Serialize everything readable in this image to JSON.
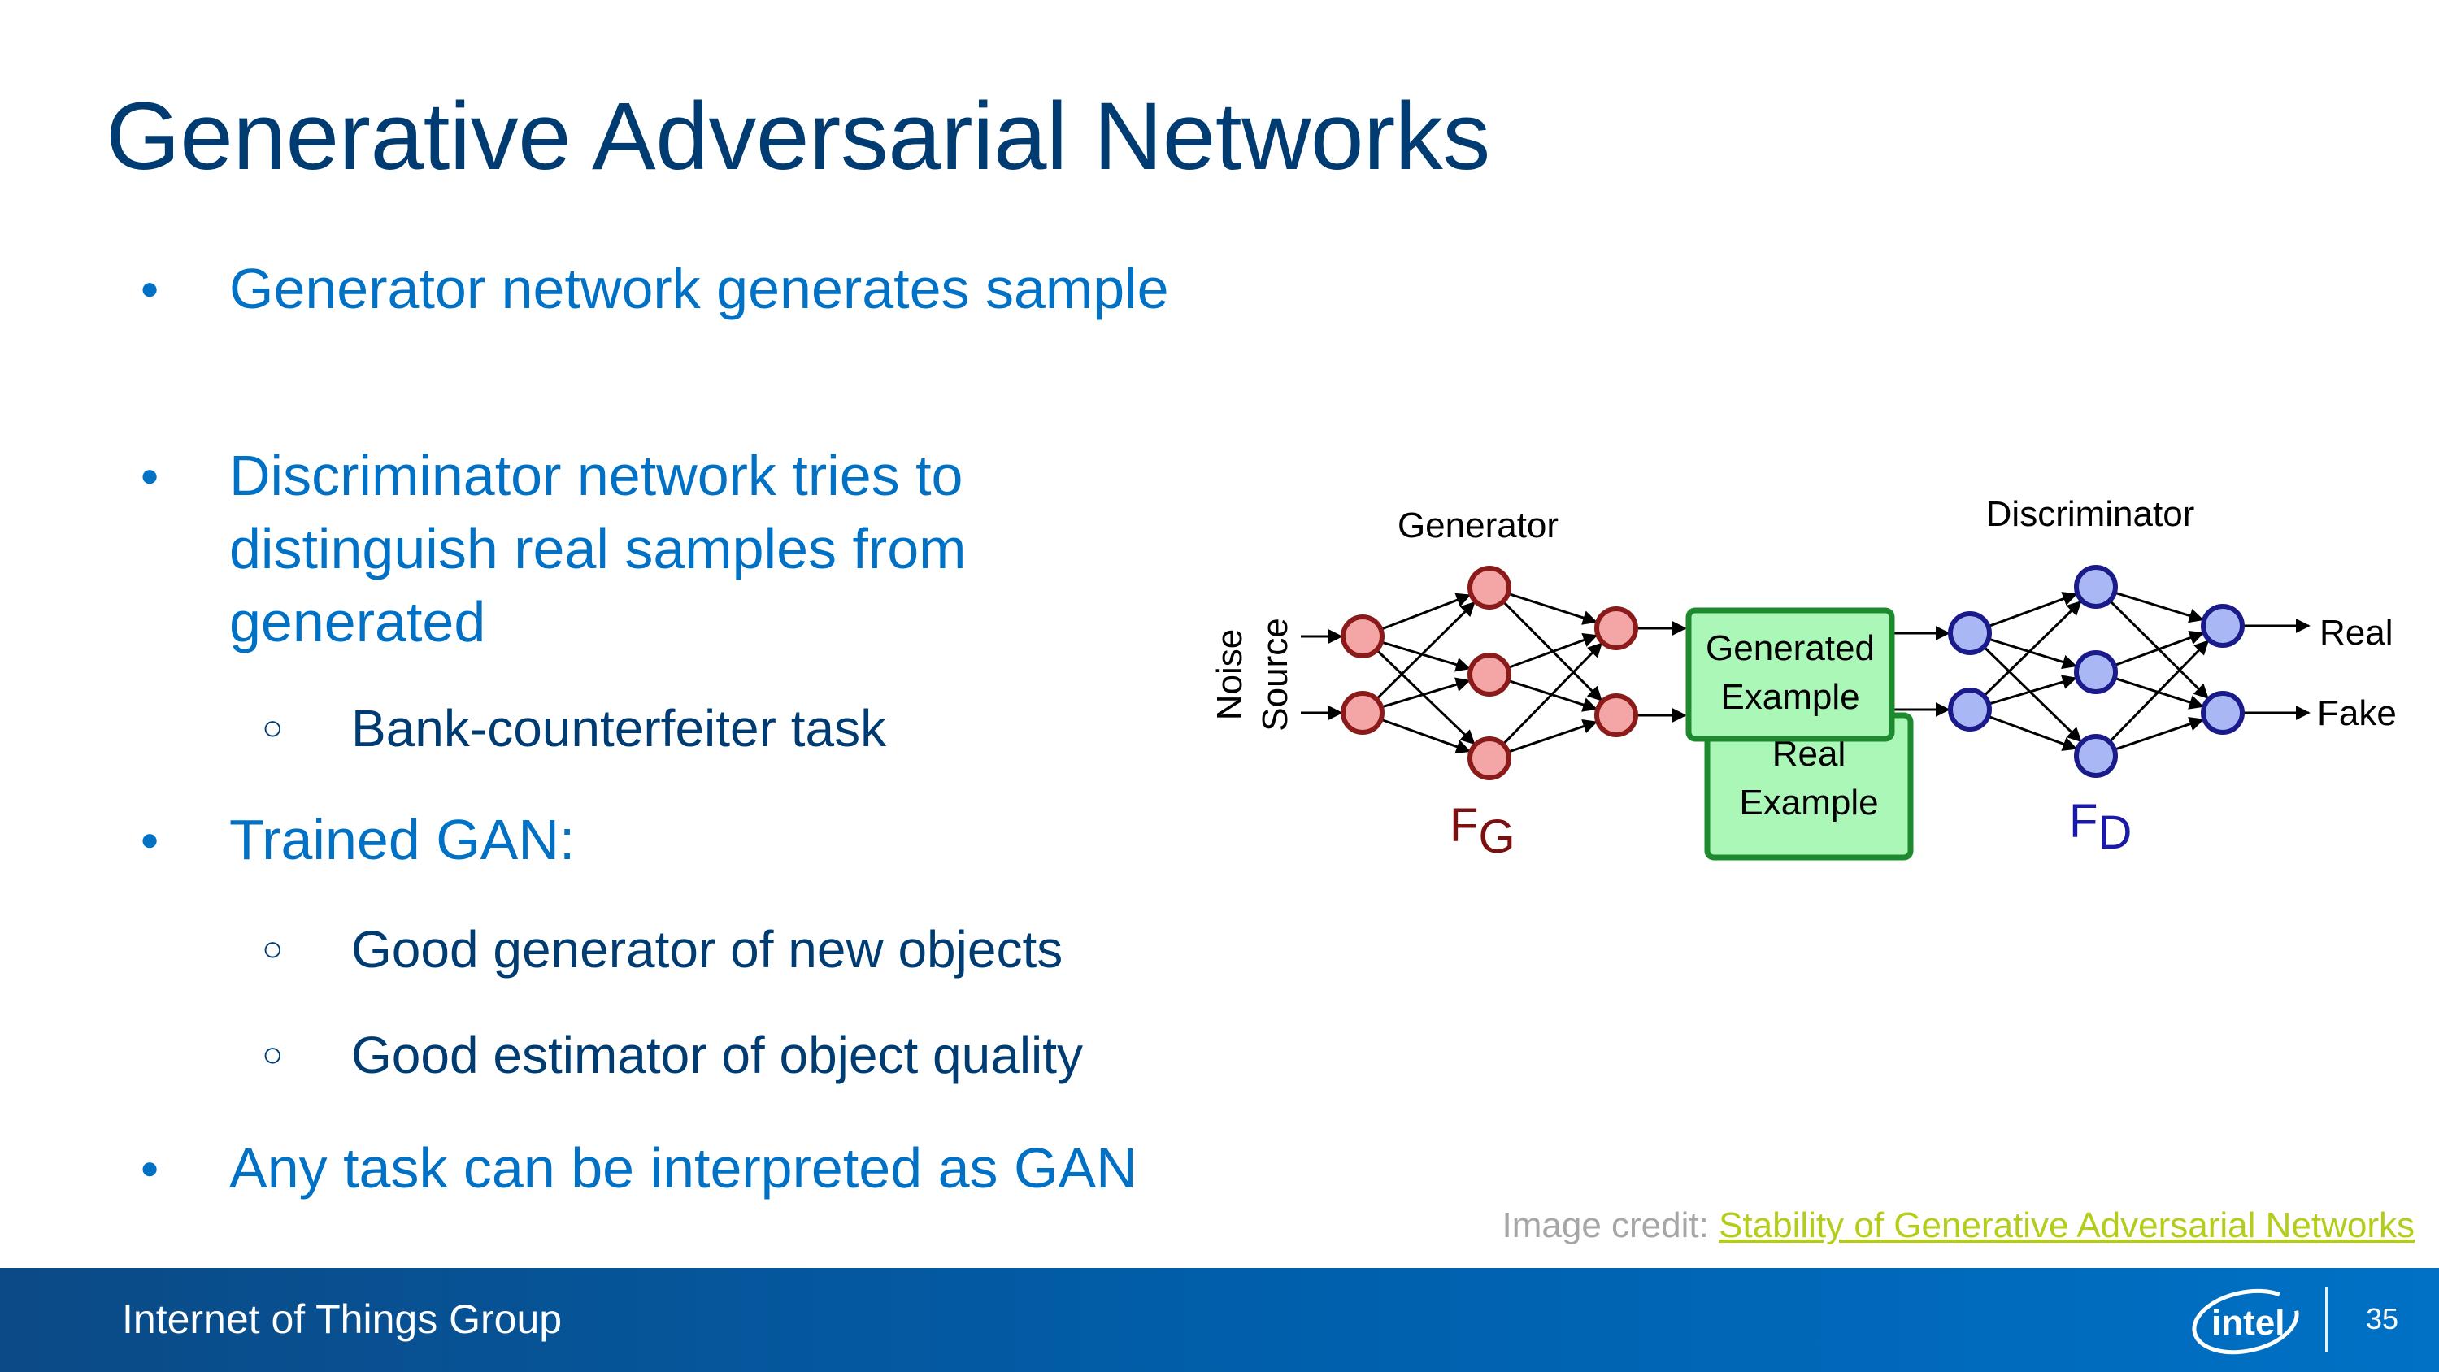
{
  "slide": {
    "title": "Generative Adversarial Networks",
    "bullets": [
      {
        "text": "Generator network generates sample",
        "level": 1
      },
      {
        "text": "Discriminator network tries to distinguish real samples from generated",
        "level": 1
      },
      {
        "text": "Bank-counterfeiter task",
        "level": 2
      },
      {
        "text": "Trained GAN:",
        "level": 1
      },
      {
        "text": "Good generator of new objects",
        "level": 2
      },
      {
        "text": "Good estimator of object quality",
        "level": 2
      },
      {
        "text": "Any task can be interpreted as GAN",
        "level": 1
      }
    ],
    "credit_prefix": "Image credit: ",
    "credit_link": "Stability of Generative Adversarial Networks",
    "page_number": "35"
  },
  "diagram": {
    "generator_label": "Generator",
    "discriminator_label": "Discriminator",
    "noise_label_line1": "Noise",
    "noise_label_line2": "Source",
    "generated_line1": "Generated",
    "generated_line2": "Example",
    "real_line1": "Real",
    "real_line2": "Example",
    "fg_main": "F",
    "fg_sub": "G",
    "fd_main": "F",
    "fd_sub": "D",
    "output_real": "Real",
    "output_fake": "Fake",
    "colors": {
      "generator_fill": "#f4a6a6",
      "generator_stroke": "#8b1a1a",
      "discriminator_fill": "#a9b8f5",
      "discriminator_stroke": "#1a1a8b",
      "example_fill": "#aaf7b8",
      "example_stroke": "#1e8a2e"
    }
  },
  "footer": {
    "group": "Internet of Things Group",
    "logo_text": "intel"
  }
}
